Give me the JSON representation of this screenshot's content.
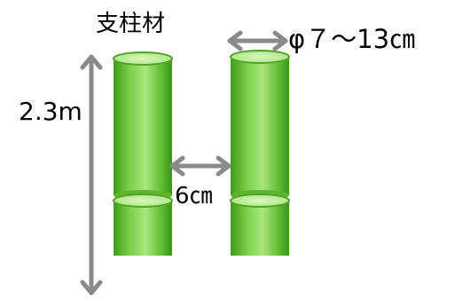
{
  "labels": {
    "title": "支柱材",
    "height": "2.3m",
    "diameter": "φ７～13㎝",
    "gap": "6㎝"
  },
  "colors": {
    "pole_body_dark": "#3f9a1b",
    "pole_body_mid": "#6cc83a",
    "pole_body_light": "#a4e67c",
    "pole_top": "#c4f0a0",
    "pole_top_rim": "#4fa626",
    "arrow": "#8a8a8a"
  }
}
